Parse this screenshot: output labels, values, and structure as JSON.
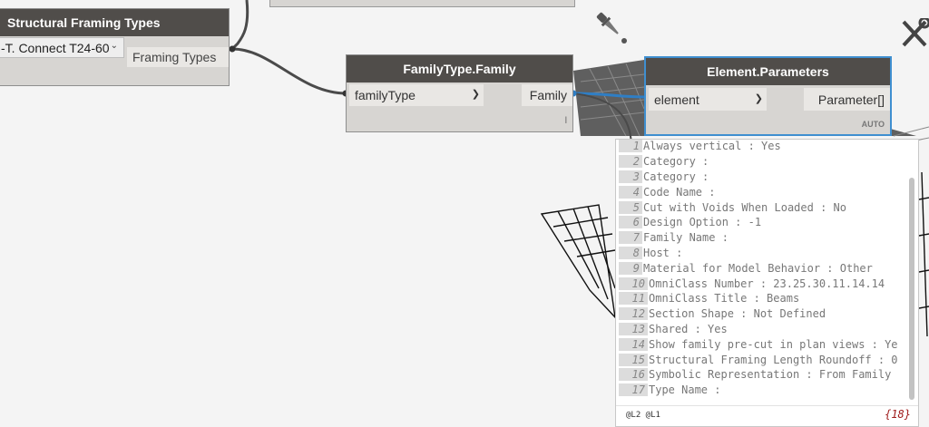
{
  "nodes": {
    "structural_framing_types": {
      "title": "Structural Framing Types",
      "dropdown_value": "-T. Connect T24-60",
      "output_port": "Framing Types"
    },
    "familytype_family": {
      "title": "FamilyType.Family",
      "input_port": "familyType",
      "output_port": "Family",
      "lacing": "l"
    },
    "element_parameters": {
      "title": "Element.Parameters",
      "input_port": "element",
      "output_port": "Parameter[]",
      "lacing": "AUTO"
    }
  },
  "preview": {
    "items": [
      {
        "index": "1",
        "text": "Always vertical : Yes"
      },
      {
        "index": "2",
        "text": "Category :"
      },
      {
        "index": "3",
        "text": "Category :"
      },
      {
        "index": "4",
        "text": "Code Name :"
      },
      {
        "index": "5",
        "text": "Cut with Voids When Loaded : No"
      },
      {
        "index": "6",
        "text": "Design Option : -1"
      },
      {
        "index": "7",
        "text": "Family Name :"
      },
      {
        "index": "8",
        "text": "Host :"
      },
      {
        "index": "9",
        "text": "Material for Model Behavior : Other"
      },
      {
        "index": "10",
        "text": "OmniClass Number : 23.25.30.11.14.14"
      },
      {
        "index": "11",
        "text": "OmniClass Title : Beams"
      },
      {
        "index": "12",
        "text": "Section Shape : Not Defined"
      },
      {
        "index": "13",
        "text": "Shared : Yes"
      },
      {
        "index": "14",
        "text": "Show family pre-cut in plan views : Ye"
      },
      {
        "index": "15",
        "text": "Structural Framing Length Roundoff : 0"
      },
      {
        "index": "16",
        "text": "Symbolic Representation : From Family"
      },
      {
        "index": "17",
        "text": "Type Name :"
      }
    ],
    "levels": "@L2 @L1",
    "count": "{18}"
  },
  "icons": [
    "eyedropper-icon",
    "tools-icon",
    "chevron-down-icon",
    "port-arrow-icon"
  ],
  "colors": {
    "node_header": "#504d4a",
    "node_body": "#d7d5d2",
    "selected_border": "#3f8fd0",
    "wire": "#4a4a4a",
    "count_text": "#a01d1d"
  }
}
